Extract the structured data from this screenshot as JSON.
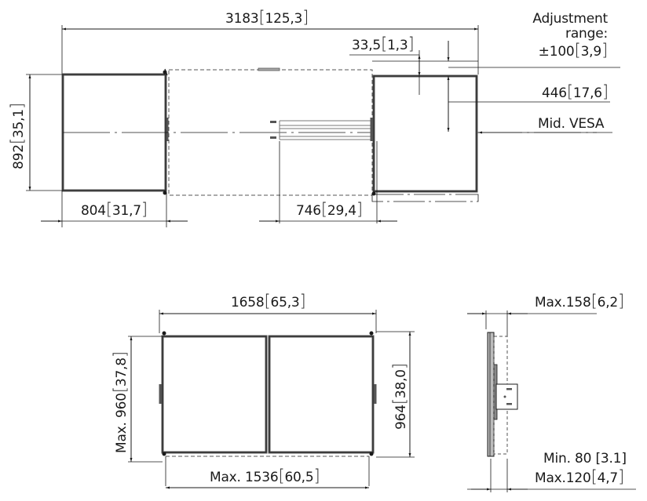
{
  "title": "Video wall mount dimension drawing",
  "units": {
    "primary": "mm",
    "secondary": "inch"
  },
  "colors": {
    "line": "#1a1a1a",
    "frame_fill": "#9a9a9a",
    "dashed": "#555555",
    "background": "#ffffff"
  },
  "top_view": {
    "overall_width": {
      "value": "3183",
      "secondary": "125,3"
    },
    "screen_height": {
      "value": "892",
      "secondary": "35,1"
    },
    "screen_width": {
      "value": "804",
      "secondary": "31,7"
    },
    "slide_offset": {
      "value": "746",
      "secondary": "29,4"
    },
    "edge_offset": {
      "value": "33,5",
      "secondary": "1,3"
    },
    "adjustment": {
      "line1": "Adjustment",
      "line2": "range:",
      "value": "±100",
      "secondary": "3,9"
    },
    "vesa_offset": {
      "value": "446",
      "secondary": "17,6"
    },
    "mid_vesa_label": "Mid. VESA"
  },
  "front_view": {
    "overall_width": {
      "value": "1658",
      "secondary": "65,3"
    },
    "max_height": {
      "prefix": "Max.",
      "value": "960",
      "secondary": "37,8"
    },
    "height": {
      "value": "964",
      "secondary": "38,0"
    },
    "max_width": {
      "prefix": "Max.",
      "value": "1536",
      "secondary": "60,5"
    }
  },
  "side_view": {
    "max_depth": {
      "prefix": "Max.",
      "value": "158",
      "secondary": "6,2"
    },
    "min_depth": {
      "prefix": "Min.",
      "value": "80",
      "secondary": "3.1"
    },
    "max_depth_mount": {
      "prefix": "Max.",
      "value": "120",
      "secondary": "4,7"
    }
  }
}
